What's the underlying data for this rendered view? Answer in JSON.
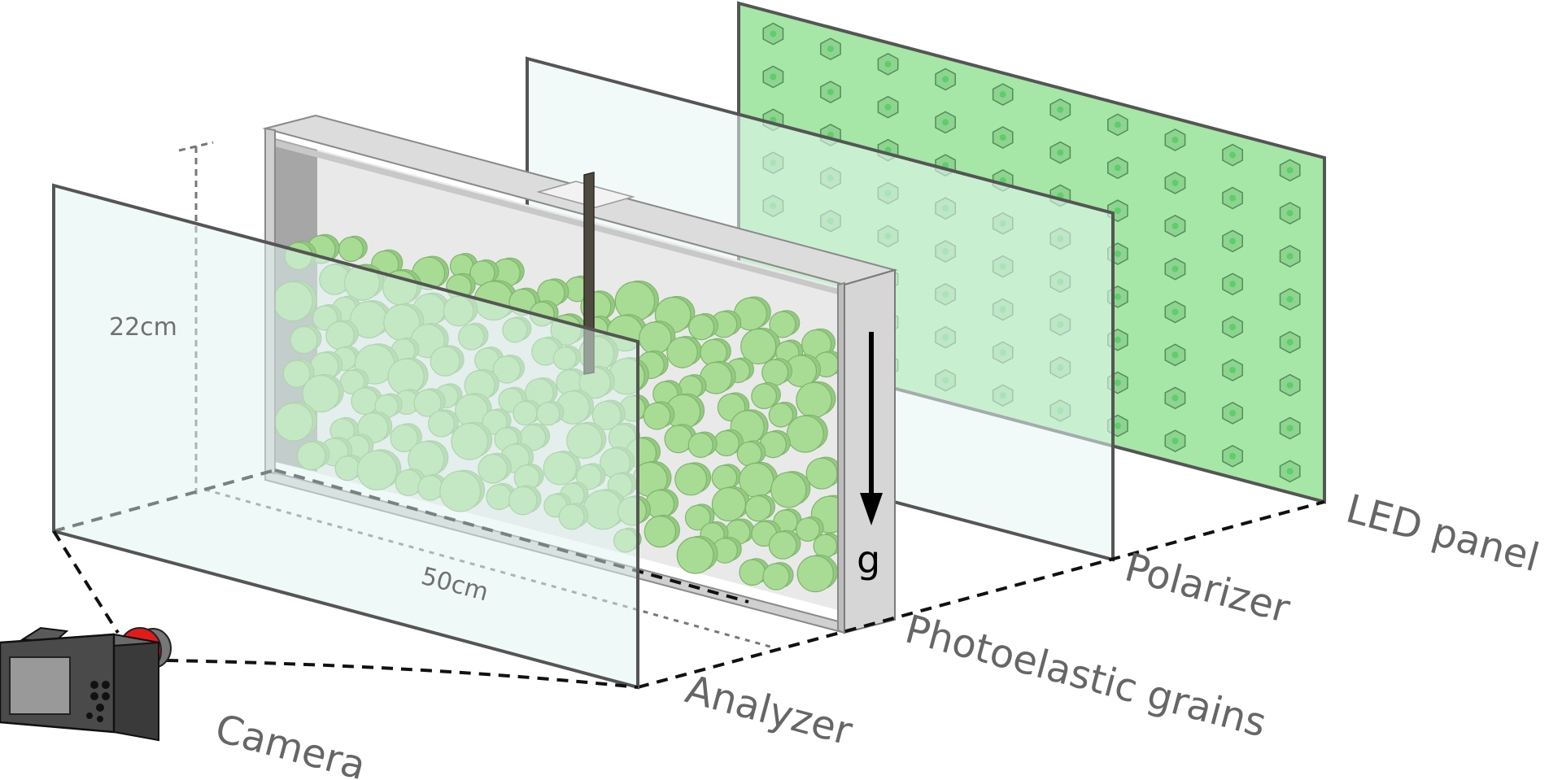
{
  "labels": {
    "led_panel": "LED panel",
    "polarizer": "Polarizer",
    "photoelastic_grains": "Photoelastic grains",
    "analyzer": "Analyzer",
    "camera": "Camera",
    "height_dim": "22cm",
    "width_dim": "50cm",
    "gravity": "g"
  },
  "colors": {
    "led_fill": "#a6e6a6",
    "led_dot": "#5ccf6a",
    "glass_fill": "#e0f4f2",
    "grain_fill": "#a8dc94",
    "grain_stroke": "#7fb46c",
    "frame_fill": "#d8d8d8",
    "frame_dark": "#9c9c9c",
    "camera_body": "#4a4a4a",
    "camera_accent": "#e01b1b",
    "label_gray": "#666666"
  },
  "icons": {
    "camera": "camera-icon",
    "gravity_arrow": "down-arrow-icon"
  }
}
